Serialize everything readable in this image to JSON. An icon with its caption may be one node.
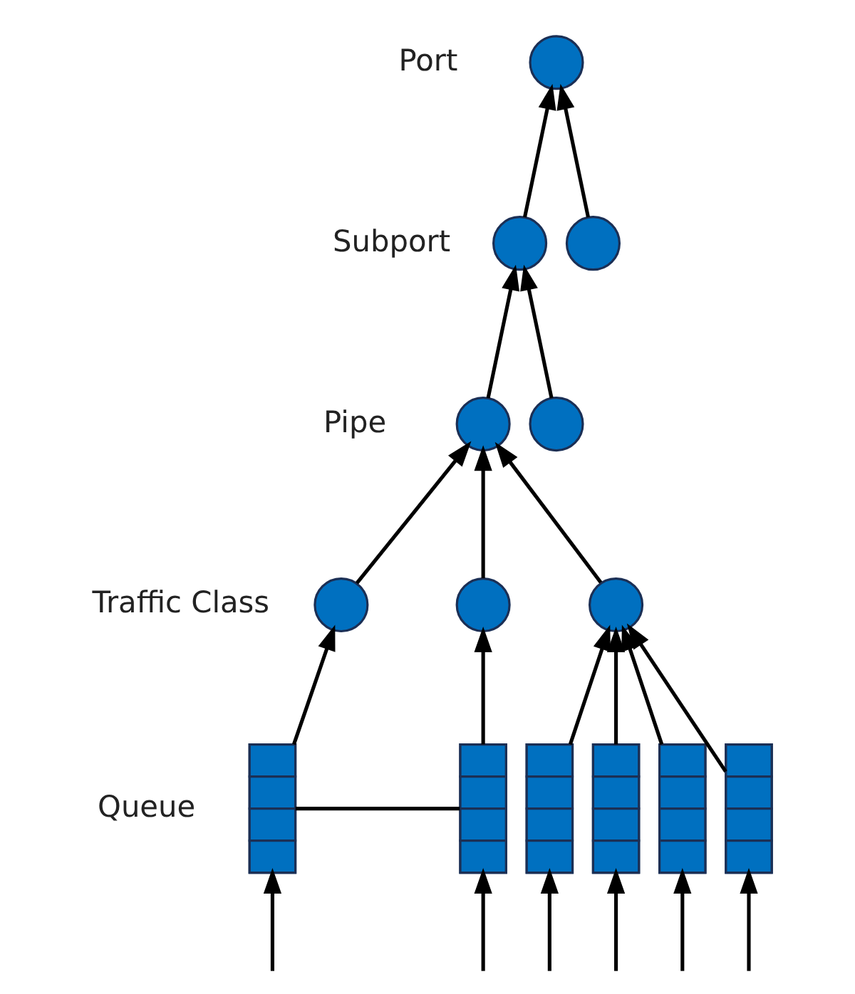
{
  "diagram": {
    "nodes": [
      {
        "text": [],
        "shape": "circle",
        "beside": [
          "Port"
        ]
      },
      {
        "text": [],
        "shape": "circle",
        "beside": [
          "Subport"
        ]
      },
      {
        "text": [],
        "shape": "circle"
      },
      {
        "text": [],
        "shape": "circle",
        "beside": [
          "Pipe"
        ]
      },
      {
        "text": [],
        "shape": "circle"
      },
      {
        "text": [],
        "shape": "circle",
        "beside": [
          "Traffic Class"
        ]
      },
      {
        "text": [],
        "shape": "circle"
      },
      {
        "text": [],
        "shape": "circle"
      },
      {
        "text": [],
        "shape": "bar",
        "beside": [
          "Queue"
        ]
      },
      {
        "text": [],
        "shape": "bar"
      },
      {
        "text": [],
        "shape": "bar"
      },
      {
        "text": [],
        "shape": "bar"
      },
      {
        "text": [],
        "shape": "bar"
      },
      {
        "text": [],
        "shape": "bar"
      }
    ],
    "edges": [
      {
        "from": 1,
        "to": 0,
        "arrow": "to"
      },
      {
        "from": 2,
        "to": 0,
        "arrow": "to"
      },
      {
        "from": 3,
        "to": 1,
        "arrow": "to"
      },
      {
        "from": 4,
        "to": 1,
        "arrow": "to"
      },
      {
        "from": 5,
        "to": 3,
        "arrow": "to"
      },
      {
        "from": 6,
        "to": 3,
        "arrow": "to"
      },
      {
        "from": 7,
        "to": 3,
        "arrow": "to"
      },
      {
        "from": 8,
        "to": 5,
        "arrow": "to"
      },
      {
        "from": 9,
        "to": 6,
        "arrow": "to"
      },
      {
        "from": 10,
        "to": 7,
        "arrow": "to"
      },
      {
        "from": 11,
        "to": 7,
        "arrow": "to"
      },
      {
        "from": 12,
        "to": 7,
        "arrow": "to"
      },
      {
        "from": 13,
        "to": 7,
        "arrow": "to"
      },
      {
        "from": 8,
        "to": 9,
        "arrow": "none"
      },
      {
        "from": null,
        "to": 8,
        "arrow": "to"
      },
      {
        "from": null,
        "to": 9,
        "arrow": "to"
      },
      {
        "from": null,
        "to": 10,
        "arrow": "to"
      },
      {
        "from": null,
        "to": 11,
        "arrow": "to"
      },
      {
        "from": null,
        "to": 12,
        "arrow": "to"
      },
      {
        "from": null,
        "to": 13,
        "arrow": "to"
      }
    ]
  }
}
